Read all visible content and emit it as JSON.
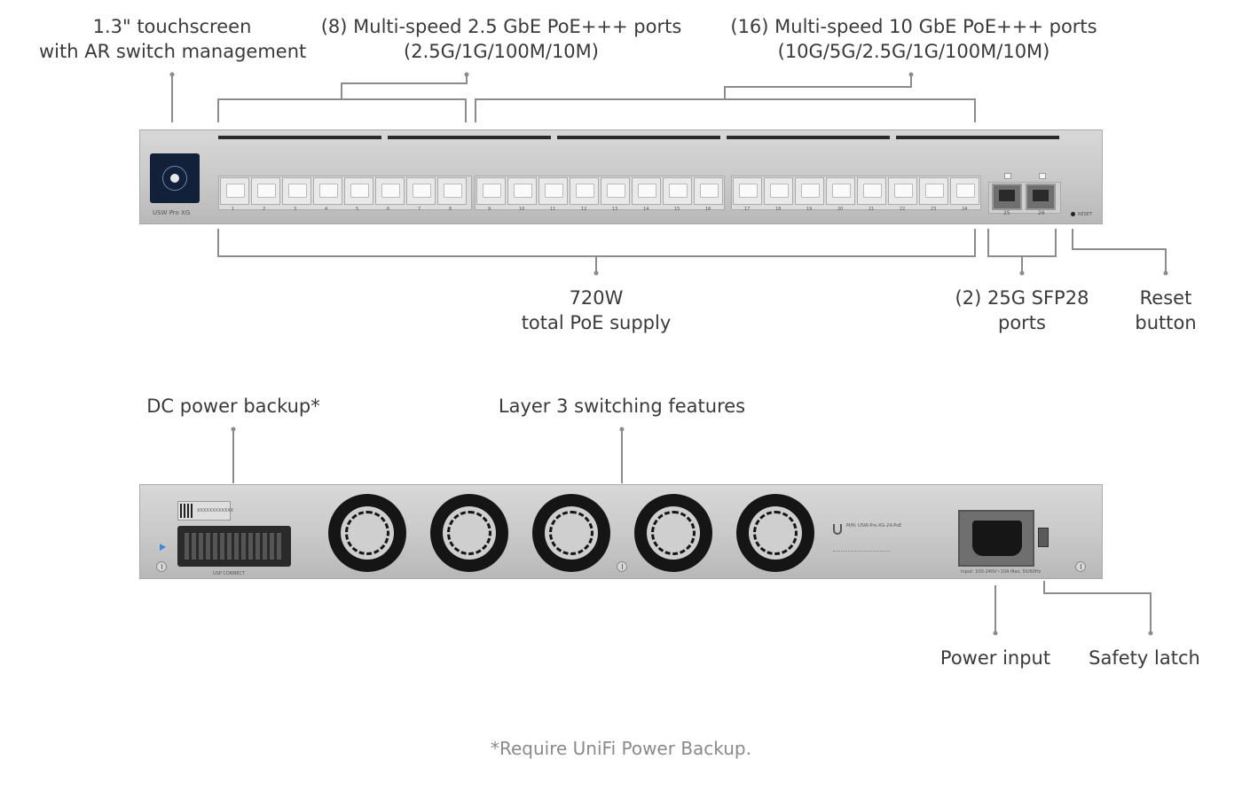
{
  "callouts": {
    "touchscreen": [
      "1.3\" touchscreen",
      "with AR switch management"
    ],
    "ports_25g": [
      "(8) Multi-speed 2.5 GbE PoE+++ ports",
      "(2.5G/1G/100M/10M)"
    ],
    "ports_10g": [
      "(16) Multi-speed 10 GbE PoE+++ ports",
      "(10G/5G/2.5G/1G/100M/10M)"
    ],
    "poe": [
      "720W",
      "total PoE supply"
    ],
    "sfp": [
      "(2) 25G SFP28",
      "ports"
    ],
    "reset": [
      "Reset",
      "button"
    ],
    "dc_backup": "DC power backup*",
    "layer3": "Layer 3 switching features",
    "power_input": "Power input",
    "safety_latch": "Safety latch"
  },
  "footnote": "*Require UniFi Power Backup.",
  "front_panel": {
    "model": "USW Pro XG",
    "reset_label": "RESET",
    "port_labels": [
      "1",
      "2",
      "3",
      "4",
      "5",
      "6",
      "7",
      "8",
      "9",
      "10",
      "11",
      "12",
      "13",
      "14",
      "15",
      "16",
      "17",
      "18",
      "19",
      "20",
      "21",
      "22",
      "23",
      "24"
    ],
    "sfp_labels": [
      "25",
      "26"
    ]
  },
  "rear_panel": {
    "usp_label": "USP CONNECT",
    "serial": "XXXXXXXXXXXX",
    "model_label": "M/N: USW-Pro-XG-24-PoE",
    "power_rating": "Input: 100-240V~10A Max. 50/60Hz"
  },
  "colors": {
    "chassis": "#c9c9c9",
    "text": "#3a3a3a",
    "leader": "#8c8c8c",
    "fan": "#151515"
  }
}
